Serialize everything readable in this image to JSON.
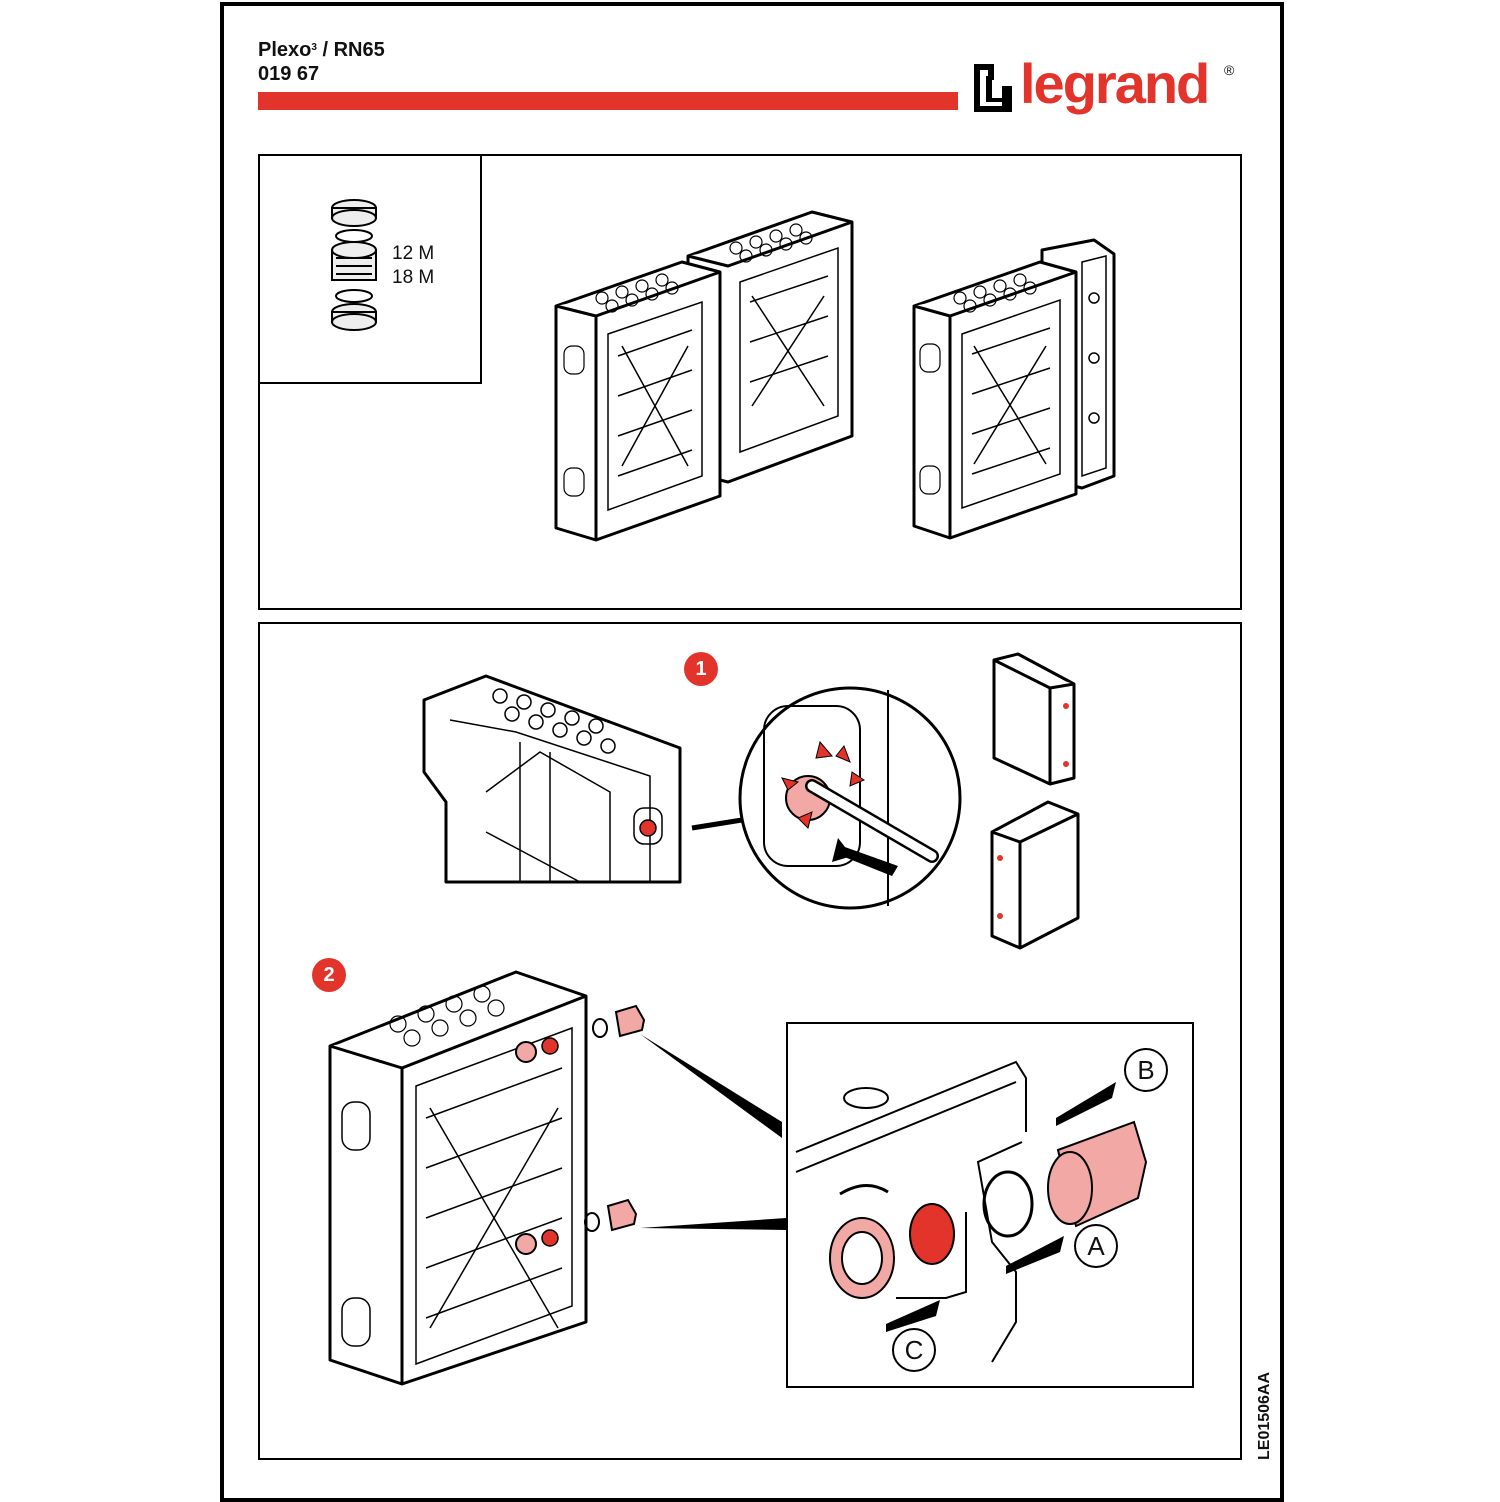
{
  "header": {
    "product_line": "Plexo",
    "superscript": "3",
    "product_suffix": " / RN65",
    "reference": "019 67"
  },
  "brand": {
    "logo_text": "legrand",
    "registered_mark": "®",
    "accent_color": "#e3342c"
  },
  "kit": {
    "size_1": "12 M",
    "size_2": "18 M"
  },
  "steps": [
    {
      "number": "1"
    },
    {
      "number": "2"
    }
  ],
  "callouts": {
    "a": "A",
    "b": "B",
    "c": "C"
  },
  "footer": {
    "document_code": "LE01506AA"
  },
  "colors": {
    "accent": "#e3342c",
    "part_fill": "#f2a8a4",
    "line": "#000000"
  }
}
